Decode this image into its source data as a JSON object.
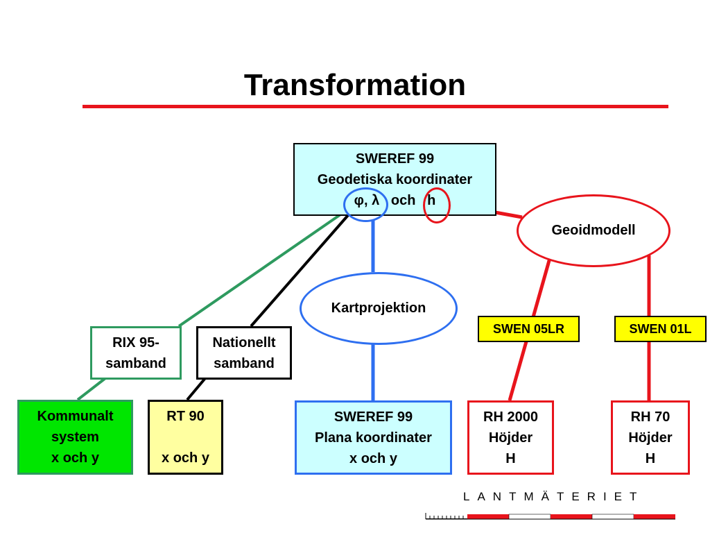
{
  "title": "Transformation",
  "colors": {
    "rule": "#e8141c",
    "green": "#2e9a5f",
    "black": "#000000",
    "blue": "#2e6ff0",
    "red": "#e8141c",
    "cyan_fill": "#ccffff",
    "green_fill": "#00e600",
    "yellow_fill": "#ffffa0",
    "tag_fill": "#ffff00"
  },
  "nodes": {
    "sweref_geo": {
      "lines": [
        "SWEREF 99",
        "Geodetiska koordinater",
        "φ, λ   och   h"
      ]
    },
    "geoidmodell": {
      "label": "Geoidmodell"
    },
    "kartprojektion": {
      "label": "Kartprojektion"
    },
    "rix": {
      "lines": [
        "RIX 95-",
        "samband"
      ]
    },
    "nationellt": {
      "lines": [
        "Nationellt",
        "samband"
      ]
    },
    "swen05": {
      "label": "SWEN 05LR"
    },
    "swen01": {
      "label": "SWEN 01L"
    },
    "kommunalt": {
      "lines": [
        "Kommunalt",
        "system",
        "x och y"
      ]
    },
    "rt90": {
      "lines": [
        "RT 90",
        "",
        "x och y"
      ]
    },
    "sweref_plana": {
      "lines": [
        "SWEREF 99",
        "Plana koordinater",
        "x och y"
      ]
    },
    "rh2000": {
      "lines": [
        "RH 2000",
        "Höjder",
        "H"
      ]
    },
    "rh70": {
      "lines": [
        "RH 70",
        "Höjder",
        "H"
      ]
    }
  },
  "logo": {
    "wordmark": "LANTMÄTERIET"
  }
}
